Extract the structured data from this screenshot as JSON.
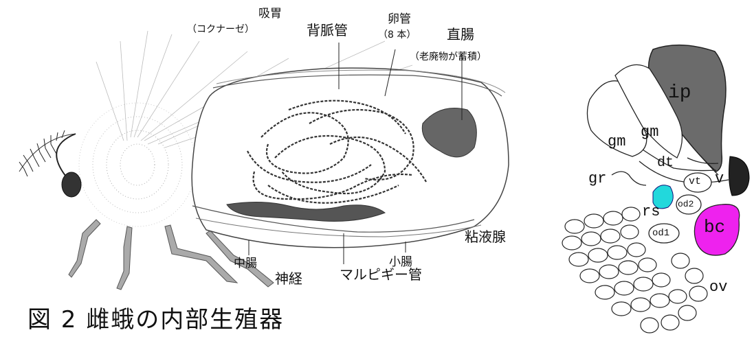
{
  "top_text": "",
  "left_diagram": {
    "labels": {
      "suisyo": "吸胃",
      "suisyo_sub": "（コクナーゼ）",
      "haimyaku": "背脈管",
      "rankan": "卵管",
      "rankan_sub": "（8 本）",
      "chokuchou": "直腸",
      "chokuchou_sub": "（老廃物が蓄積）",
      "nenekisen": "粘液腺",
      "shouchou": "小腸",
      "chuuchou": "中腸",
      "shinkei": "神経",
      "marupigi": "マルピギー管"
    }
  },
  "caption": "図 2  雌蛾の内部生殖器",
  "right_diagram": {
    "labels": {
      "ip": "ip",
      "gm1": "gm",
      "gm2": "gm",
      "dt": "dt",
      "gr": "gr",
      "vt": "vt",
      "v": "v",
      "rs": "rs",
      "od2": "od2",
      "bc": "bc",
      "od1": "od1",
      "ov": "ov"
    },
    "colors": {
      "ip": "#6b6b6b",
      "rs": "#22d8dc",
      "bc": "#ee22ee"
    }
  }
}
